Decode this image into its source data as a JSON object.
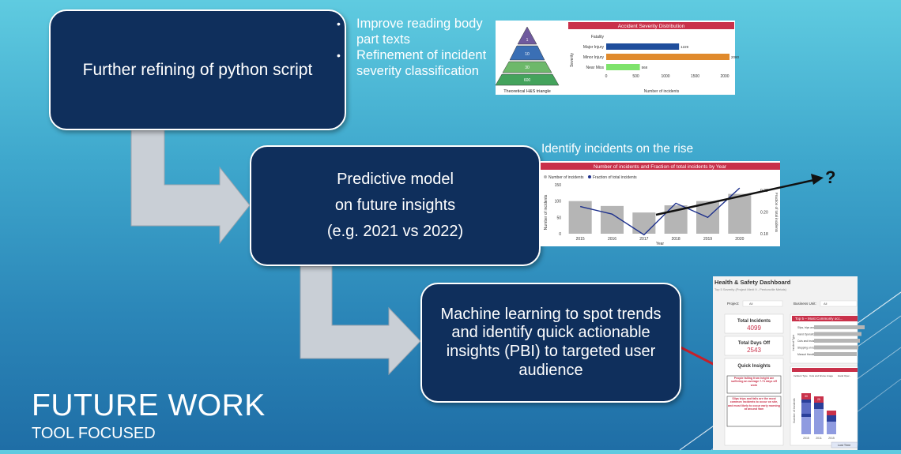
{
  "slide": {
    "title": "FUTURE WORK",
    "subtitle": "TOOL FOCUSED"
  },
  "steps": [
    {
      "label": "Further refining of python script"
    },
    {
      "label_lines": [
        "Predictive model",
        "on future insights",
        "(e.g. 2021 vs 2022)"
      ]
    },
    {
      "label": "Machine learning to spot trends and identify quick actionable insights (PBI) to targeted user audience"
    }
  ],
  "bullets": [
    "Improve reading body part texts",
    "Refinement of incident severity classification"
  ],
  "rise_label": "Identify incidents on the rise",
  "question_mark": "?",
  "pyramid_chart": {
    "caption": "Theoretical H&S triangle",
    "levels": [
      {
        "label": "1"
      },
      {
        "label": "10"
      },
      {
        "label": "30"
      },
      {
        "label": "600"
      }
    ]
  },
  "chart_data": [
    {
      "type": "bar",
      "orientation": "horizontal",
      "title": "Accident Severity Distribution",
      "ylabel": "Severity",
      "xlabel": "Number of incidents",
      "categories": [
        "Fatality",
        "Major Injury",
        "Minor Injury",
        "Near Miss"
      ],
      "values": [
        0,
        1229,
        2080,
        568
      ],
      "data_labels": [
        "",
        "1229",
        "2080",
        "568"
      ],
      "colors": [
        "#1f4e9c",
        "#1f4e9c",
        "#e08a2c",
        "#7ee36c"
      ],
      "xlim": [
        0,
        2000
      ],
      "xticks": [
        "0",
        "500",
        "1000",
        "1500",
        "2000"
      ],
      "grid": false
    },
    {
      "type": "bar+line",
      "title": "Number of incidents and Fraction of total incidents by Year",
      "legend": [
        "Number of incidents",
        "Fraction of total incidents"
      ],
      "legend_position": "top-left",
      "xlabel": "Year",
      "ylabel": "Number of incidents",
      "y2label": "Fraction of total incidents",
      "categories": [
        "2015",
        "2016",
        "2017",
        "2018",
        "2019",
        "2020"
      ],
      "series": [
        {
          "name": "Number of incidents",
          "kind": "bar",
          "values": [
            100,
            85,
            65,
            87,
            100,
            122
          ]
        },
        {
          "name": "Fraction of total incidents",
          "kind": "line",
          "values": [
            0.205,
            0.198,
            0.179,
            0.208,
            0.195,
            0.222
          ]
        }
      ],
      "ylim": [
        0,
        150
      ],
      "yticks": [
        "0",
        "50",
        "100",
        "150"
      ],
      "y2ticks": [
        "0.18",
        "0.20",
        "0.22"
      ],
      "y2lim": [
        0.18,
        0.225
      ]
    }
  ],
  "dashboard": {
    "title": "Health & Safety Dashboard",
    "subtitle": "Top 5 Severity (Project Merit 9 - Pentonville Metals)",
    "filter_project_label": "Project:",
    "filter_project_value": "All",
    "filter_unit_label": "Business Unit:",
    "filter_unit_value": "All",
    "kpi_total_incidents_label": "Total Incidents",
    "kpi_total_incidents_value": "4099",
    "kpi_days_off_label": "Total Days Off",
    "kpi_days_off_value": "2543",
    "quick_insights_label": "Quick Insights",
    "insight_1": "People falling from height are suffering an average 7.71 days off work",
    "insight_2": "Slips trips and falls are the most common incidents to occur on site, and most likely to occur early morning at around 9am",
    "top5_title": "Top 5 – Most Commonly occ...",
    "top5_ylabel": "Incident Type",
    "top5_items": [
      "Slips, trips and...",
      "Hand Operation",
      "Cuts and bruis...",
      "Stepping on to...",
      "Manual Handli..."
    ],
    "bar_legend_title": "Incident Type",
    "bar_legend": [
      "Cuts and bruise image",
      "Hand Oper..."
    ],
    "bar_ylabel": "Number of Incidents",
    "bar_years": [
      "2015",
      "2011",
      "2015"
    ],
    "bar_values": [
      "30",
      "25"
    ],
    "bottom_button": "Lost Time"
  },
  "colors": {
    "box_fill": "#0f2f5c",
    "title_bar": "#c9314a",
    "bar_gray": "#b5b5b5",
    "line_navy": "#1c2f8c"
  }
}
